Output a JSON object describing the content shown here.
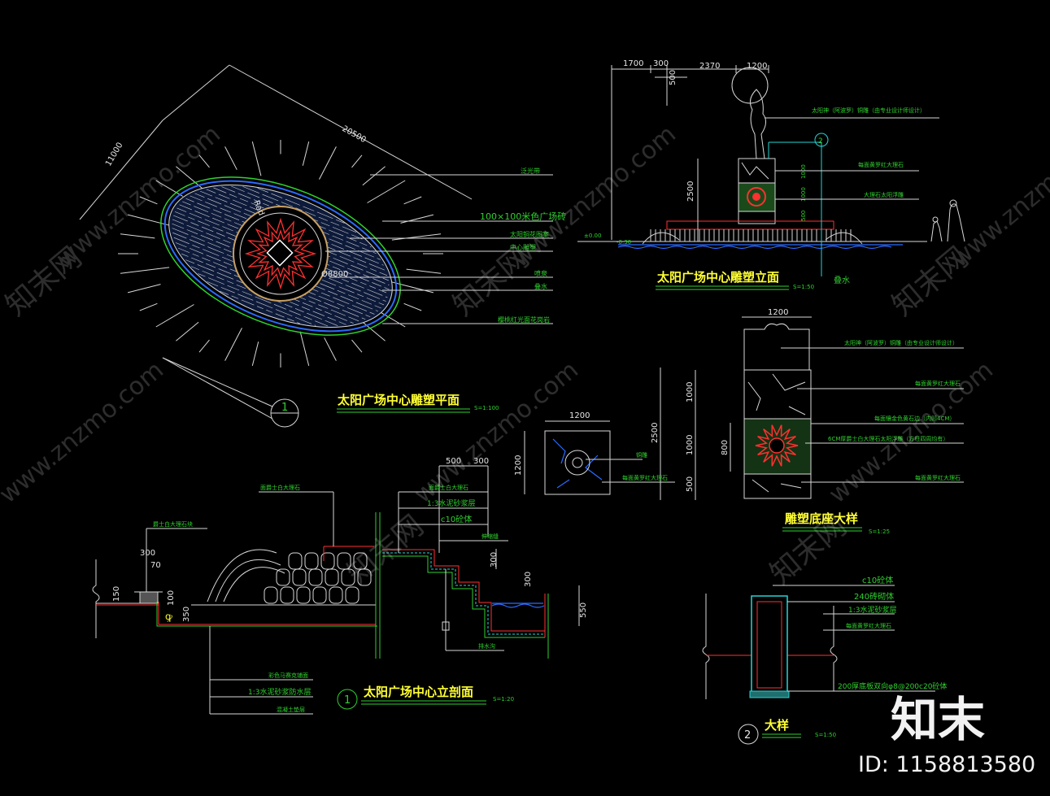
{
  "plan": {
    "title": "太阳广场中心雕塑平面",
    "scale": "S=1:100",
    "index": "1",
    "dim_long": "20500",
    "dim_short": "11000",
    "radius_label": "Rad",
    "dim_inner": "Ø8800",
    "callouts": [
      "泛光带",
      "100×100米色广场砖",
      "太阳铜花图案",
      "中心雕塑",
      "喷泉",
      "叠水",
      "樱桃红光面花岗岩"
    ]
  },
  "elevation": {
    "title": "太阳广场中心雕塑立面",
    "scale": "S=1:50",
    "dims_top": [
      "1700",
      "300",
      "2370",
      "1200"
    ],
    "dim_500": "500",
    "dim_height": "2500",
    "dims_side": [
      "1000",
      "1000",
      "500"
    ],
    "levels": [
      "±0.00",
      "-0.30"
    ],
    "index_mark": "2",
    "callouts": [
      "太阳神（阿波罗）铜雕（由专业设计师设计）",
      "每面黄罗红大理石",
      "大理石太阳浮雕"
    ],
    "water_label": "叠水"
  },
  "base_detail": {
    "title": "雕塑底座大样",
    "scale": "S=1:25",
    "dim_width": "1200",
    "dim_total": "2500",
    "dims": [
      "1000",
      "1000",
      "500"
    ],
    "dim_800": "800",
    "callouts": [
      "太阳神（阿波罗）铜雕（由专业设计师设计）",
      "每面黄罗红大理石",
      "每面镶金色黄石边（内凹4CM）",
      "6CM厚爵士白大理石太阳浮雕（方柱四周均有）",
      "每面黄罗红大理石"
    ]
  },
  "small_plan": {
    "dim_w": "1200",
    "dim_h": "1200",
    "callouts": [
      "铜雕",
      "每面黄罗红大理石"
    ]
  },
  "section": {
    "title": "太阳广场中心立剖面",
    "scale": "S=1:20",
    "index": "1",
    "dims": [
      "300",
      "70",
      "150",
      "100",
      "350"
    ],
    "dims_right": [
      "500",
      "300",
      "300",
      "300",
      "550"
    ],
    "callouts_top": [
      "爵士白大理石块",
      "面爵士白大理石",
      "面爵士白大理石",
      "1:3水泥砂浆层",
      "c10砼体",
      "伸缩缝"
    ],
    "drain_label": "排水沟",
    "callouts_bottom": [
      "彩色马赛克铺面",
      "1:3水泥砂浆防水层",
      "混凝土垫层"
    ]
  },
  "detail": {
    "title": "大样",
    "scale": "S=1:50",
    "index": "2",
    "callouts": [
      "c10砼体",
      "240砖砌体",
      "1:3水泥砂浆层",
      "每面黄罗红大理石",
      "200厚底板双向φ8@200c20砼体"
    ]
  },
  "watermarks": {
    "brand_cn": "知末",
    "site": "www.znzmo.com",
    "brand_small": "知末网",
    "id_label": "ID: 1158813580"
  },
  "colors": {
    "background": "#000000",
    "annotation_green": "#2fd12f",
    "title_yellow": "#ffff33",
    "line_white": "#d8d8d8",
    "accent_red": "#ff3030",
    "water_blue": "#2b6bff",
    "cyan": "#23d5d5"
  }
}
